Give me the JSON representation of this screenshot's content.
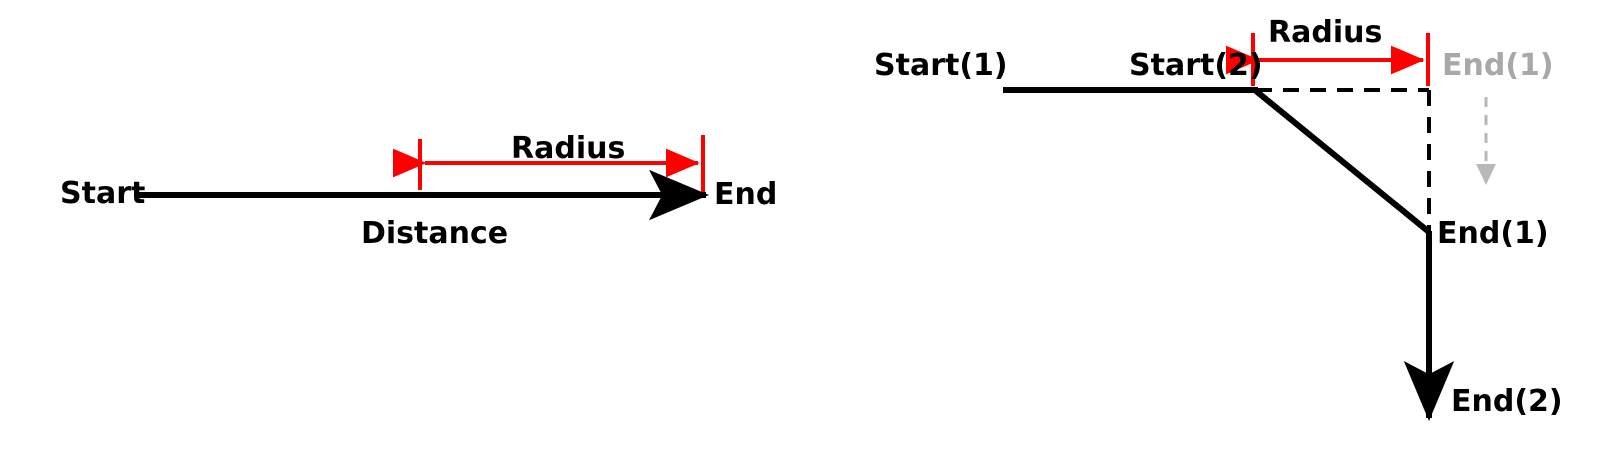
{
  "figure": {
    "type": "diagram",
    "title": "",
    "background_color": "#ffffff",
    "stroke_color": "#000000",
    "accent_color": "#ff0000",
    "muted_color": "#a8a8a8",
    "panels": [
      {
        "name": "single-segment-radius",
        "labels": {
          "start": "Start",
          "end": "End",
          "radius": "Radius",
          "distance": "Distance"
        }
      },
      {
        "name": "two-segment-radius",
        "labels": {
          "start_1": "Start(1)",
          "start_2": "Start(2)",
          "radius": "Radius",
          "end_1_ghost": "End(1)",
          "end_1": "End(1)",
          "end_2": "End(2)"
        }
      }
    ]
  }
}
